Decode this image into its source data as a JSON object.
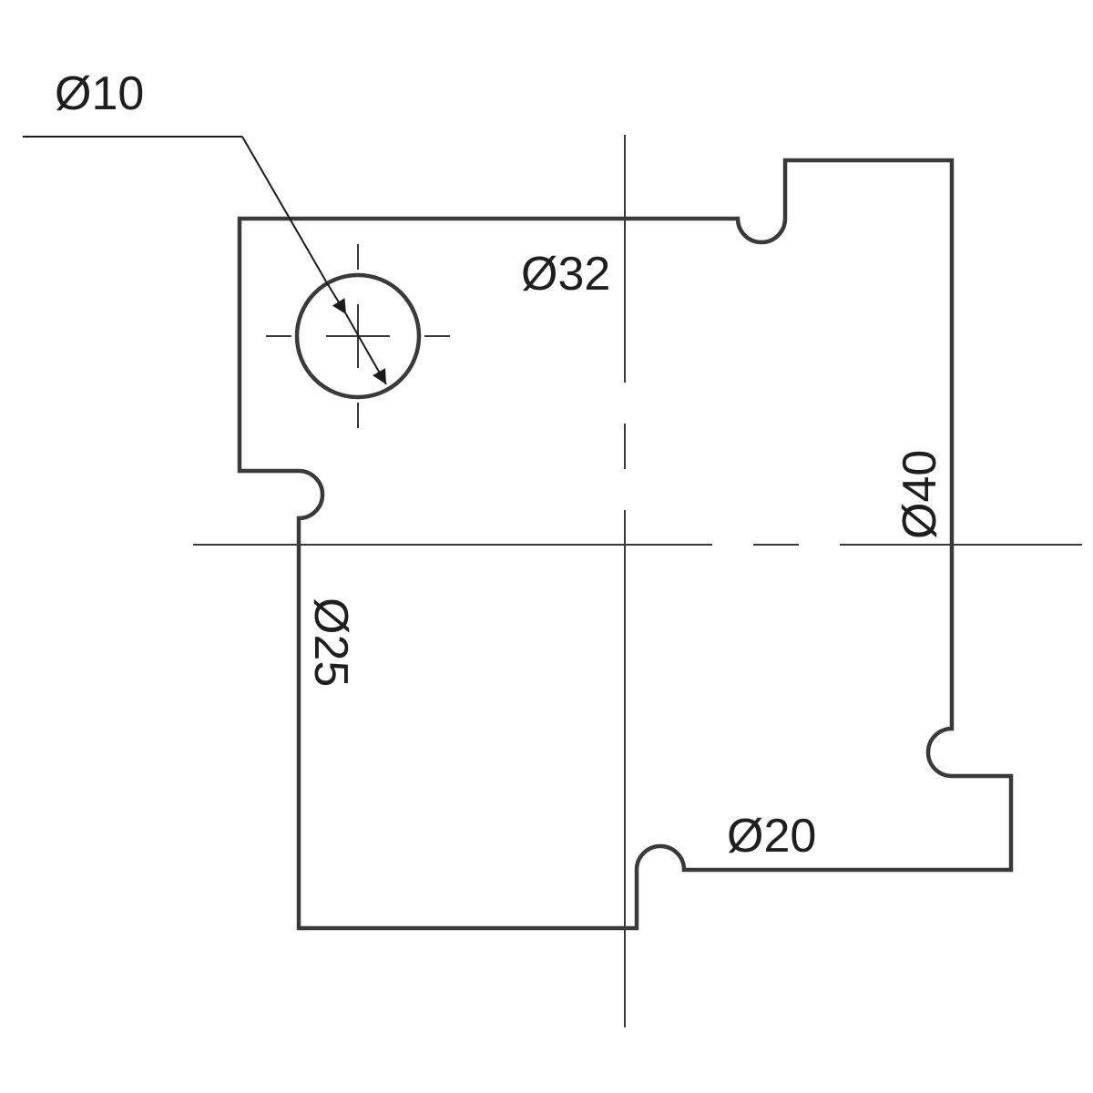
{
  "labels": {
    "hole_diameter": "Ø10",
    "top_notch": "Ø32",
    "right_notch": "Ø40",
    "left_notch": "Ø25",
    "bottom_notch": "Ø20"
  },
  "colors": {
    "line": "#3a3a3a",
    "text": "#1e1e1e",
    "background": "#ffffff"
  }
}
